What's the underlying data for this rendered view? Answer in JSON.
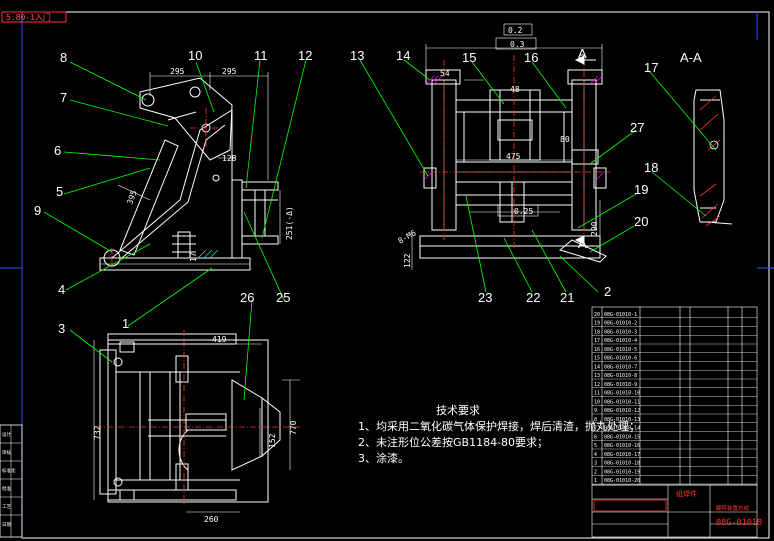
{
  "header_tab": "5.80-1入门",
  "section_label": "A-A",
  "view_arrow_label": "A",
  "tech_requirements": {
    "title": "技术要求",
    "items": [
      "1、均采用二氧化碳气体保护焊接，焊后清渣，抛丸处理；",
      "2、未注形位公差按GB1184-80要求；",
      "3、涂漆。"
    ]
  },
  "callouts": [
    "1",
    "2",
    "3",
    "4",
    "5",
    "6",
    "7",
    "8",
    "9",
    "10",
    "11",
    "12",
    "13",
    "14",
    "15",
    "16",
    "17",
    "18",
    "19",
    "20",
    "21",
    "22",
    "23",
    "25",
    "26",
    "27"
  ],
  "dimensions": {
    "side_top_a": "295",
    "side_top_b": "295",
    "side_diag": "395",
    "side_h": "17",
    "side_128": "128",
    "side_251": "251(-Δ)",
    "front_flat": "0.2",
    "front_flat2": "0.3",
    "front_54": "54",
    "front_48": "48",
    "front_80": "80",
    "front_475": "475",
    "front_025": "0.25",
    "front_122": "122",
    "front_290": "290",
    "front_8m6": "8-M6",
    "plan_419": "419",
    "plan_732": "732",
    "plan_770": "770",
    "plan_152": "152",
    "plan_260": "260"
  },
  "title_block": {
    "part_name": "翻转装置总成",
    "drawing_number": "08G-01010",
    "red_label": "组焊件",
    "bom_rows": [
      "08G-01010-1",
      "08G-01010-2",
      "08G-01010-3",
      "08G-01010-4",
      "08G-01010-5",
      "08G-01010-6",
      "08G-01010-7",
      "08G-01010-8",
      "08G-01010-9",
      "08G-01010-10",
      "08G-01010-11",
      "08G-01010-12",
      "08G-01010-13",
      "08G-01010-14",
      "08G-01010-15",
      "08G-01010-16",
      "08G-01010-17",
      "08G-01010-18",
      "08G-01010-19",
      "08G-01010-20"
    ]
  },
  "left_strip_rows": [
    "设计",
    "审核",
    "标准化",
    "批准",
    "工艺",
    "日期"
  ],
  "colors": {
    "background": "#000000",
    "outline": "#ffffff",
    "leader": "#00ff00",
    "dimension": "#ff3333",
    "frame": "#3355ff",
    "center": "#ff3333",
    "hatch": "#00ffff",
    "magenta": "#ff00ff"
  }
}
